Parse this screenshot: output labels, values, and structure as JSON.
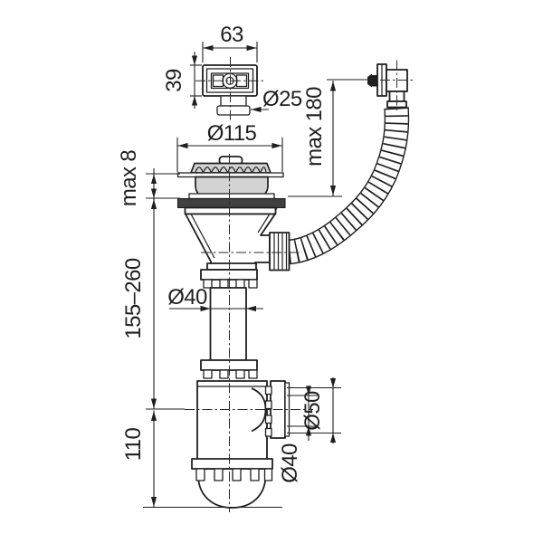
{
  "diagram": {
    "kind": "technical-drawing",
    "subject": "kitchen sink bottle trap with basket strainer and flexible overflow hose",
    "labels": {
      "overflow_box_width": "63",
      "overflow_box_height": "39",
      "overflow_spout_diameter": "Ø25",
      "strainer_flange_diameter": "Ø115",
      "sink_max_thickness": "max 8",
      "overflow_max_height": "max 180",
      "inlet_pipe_adjustable_length": "155–260",
      "inlet_pipe_diameter": "Ø40",
      "trap_body_height": "110",
      "outlet_nut_diameter": "Ø50",
      "outlet_pipe_diameter": "Ø40"
    },
    "colors": {
      "line": "#1f1f1f",
      "light_fill": "#d3d3d3",
      "dark_fill": "#404040",
      "background": "#ffffff"
    }
  }
}
